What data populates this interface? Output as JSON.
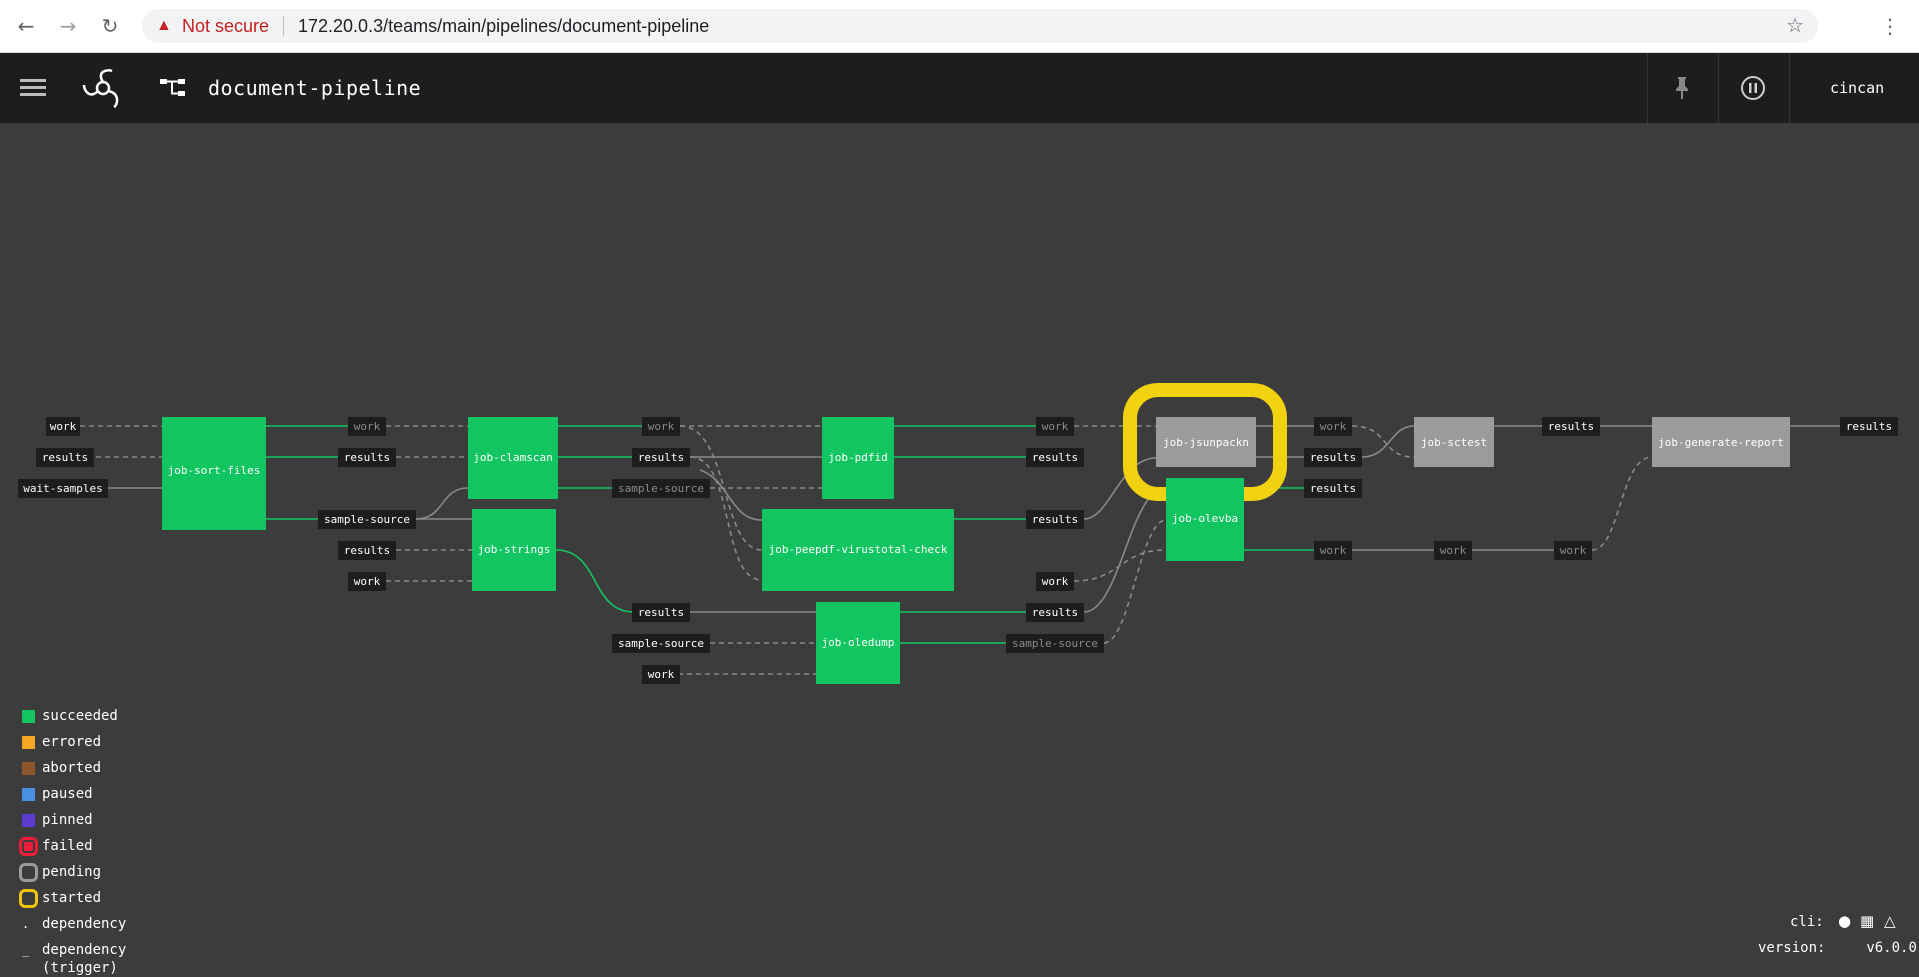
{
  "browser": {
    "security_label": "Not secure",
    "url": "172.20.0.3/teams/main/pipelines/document-pipeline",
    "icons": [
      "back-icon",
      "forward-icon",
      "reload-icon",
      "warning-icon",
      "star-icon",
      "menu-kebab-icon"
    ]
  },
  "topbar": {
    "pipeline_name": "document-pipeline",
    "user": "cincan",
    "icons": [
      "hamburger-icon",
      "concourse-logo",
      "pipeline-icon",
      "pin-icon",
      "pause-icon"
    ]
  },
  "colors": {
    "succeeded": "#11c560",
    "errored": "#f5a623",
    "aborted": "#8b572a",
    "paused": "#4a90e2",
    "pinned": "#5c3bd1",
    "failed": "#ed4b35",
    "pending": "#9b9b9b",
    "started": "#f1c40f",
    "background": "#3d3c3c"
  },
  "jobs": [
    {
      "name": "job-sort-files",
      "status": "succeeded"
    },
    {
      "name": "job-clamscan",
      "status": "succeeded"
    },
    {
      "name": "job-strings",
      "status": "succeeded"
    },
    {
      "name": "job-pdfid",
      "status": "succeeded"
    },
    {
      "name": "job-peepdf-virustotal-check",
      "status": "succeeded"
    },
    {
      "name": "job-oledump",
      "status": "succeeded"
    },
    {
      "name": "job-jsunpackn",
      "status": "pending",
      "running": true
    },
    {
      "name": "job-olevba",
      "status": "succeeded"
    },
    {
      "name": "job-sctest",
      "status": "pending"
    },
    {
      "name": "job-generate-report",
      "status": "pending"
    }
  ],
  "resources": [
    "work",
    "results",
    "wait-samples",
    "work",
    "results",
    "sample-source",
    "results",
    "work",
    "work",
    "results",
    "sample-source",
    "results",
    "sample-source",
    "work",
    "work",
    "results",
    "results",
    "work",
    "results",
    "sample-source",
    "work",
    "results",
    "results",
    "work",
    "results",
    "work",
    "work",
    "results"
  ],
  "legend": [
    {
      "label": "succeeded",
      "color": "#11c560",
      "kind": "fill"
    },
    {
      "label": "errored",
      "color": "#f5a623",
      "kind": "fill"
    },
    {
      "label": "aborted",
      "color": "#8b572a",
      "kind": "fill"
    },
    {
      "label": "paused",
      "color": "#4a90e2",
      "kind": "fill"
    },
    {
      "label": "pinned",
      "color": "#5c3bd1",
      "kind": "fill"
    },
    {
      "label": "failed",
      "color": "#ed1c39",
      "kind": "ring"
    },
    {
      "label": "pending",
      "color": "#9b9b9b",
      "kind": "ring"
    },
    {
      "label": "started",
      "color": "#f1c40f",
      "kind": "ring"
    },
    {
      "label": "dependency",
      "kind": "dashed"
    },
    {
      "label": "dependency (trigger)",
      "kind": "solid"
    }
  ],
  "footer": {
    "cli_label": "cli:",
    "version_label": "version:",
    "version_value": "v6.0.0",
    "icons": [
      "apple-icon",
      "windows-icon",
      "linux-icon"
    ]
  }
}
